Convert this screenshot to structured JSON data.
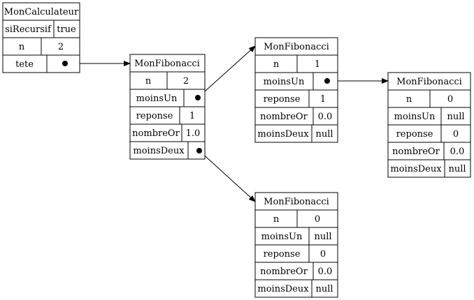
{
  "nodes": [
    {
      "title": "MonCalculateur",
      "rows": [
        {
          "key": "siRecursif",
          "value": "true"
        },
        {
          "key": "n",
          "value": "2"
        },
        {
          "key": "tete",
          "value": ""
        }
      ]
    },
    {
      "title": "MonFibonacci",
      "rows": [
        {
          "key": "n",
          "value": "2"
        },
        {
          "key": "moinsUn",
          "value": ""
        },
        {
          "key": "reponse",
          "value": "1"
        },
        {
          "key": "nombreOr",
          "value": "1.0"
        },
        {
          "key": "moinsDeux",
          "value": ""
        }
      ]
    },
    {
      "title": "MonFibonacci",
      "rows": [
        {
          "key": "n",
          "value": "1"
        },
        {
          "key": "moinsUn",
          "value": ""
        },
        {
          "key": "reponse",
          "value": "1"
        },
        {
          "key": "nombreOr",
          "value": "0.0"
        },
        {
          "key": "moinsDeux",
          "value": "null"
        }
      ]
    },
    {
      "title": "MonFibonacci",
      "rows": [
        {
          "key": "n",
          "value": "0"
        },
        {
          "key": "moinsUn",
          "value": "null"
        },
        {
          "key": "reponse",
          "value": "0"
        },
        {
          "key": "nombreOr",
          "value": "0.0"
        },
        {
          "key": "moinsDeux",
          "value": "null"
        }
      ]
    },
    {
      "title": "MonFibonacci",
      "rows": [
        {
          "key": "n",
          "value": "0"
        },
        {
          "key": "moinsUn",
          "value": "null"
        },
        {
          "key": "reponse",
          "value": "0"
        },
        {
          "key": "nombreOr",
          "value": "0.0"
        },
        {
          "key": "moinsDeux",
          "value": "null"
        }
      ]
    }
  ]
}
